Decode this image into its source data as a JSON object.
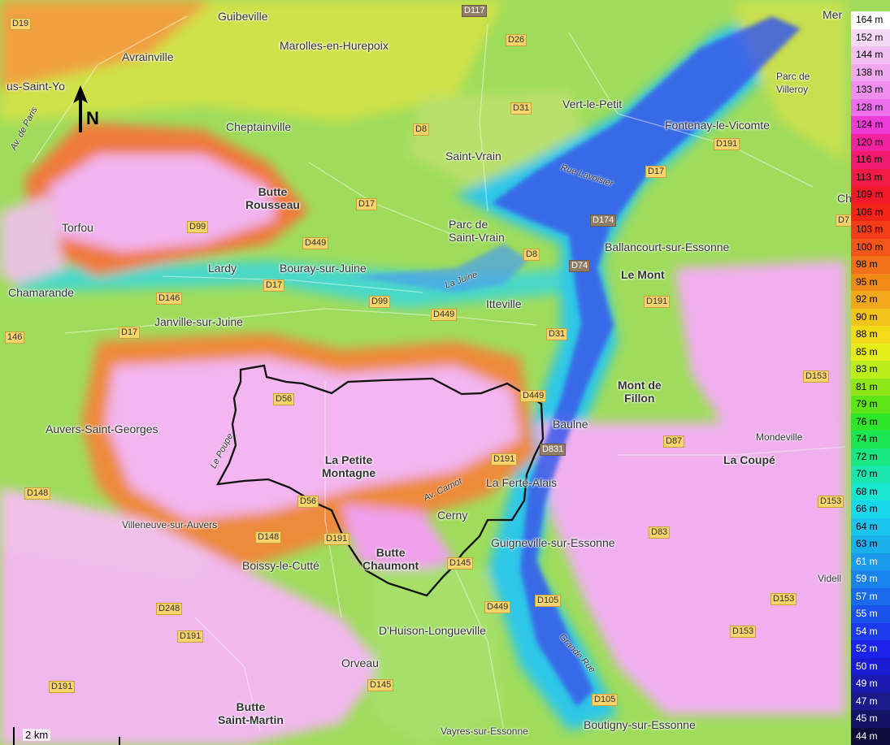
{
  "places": [
    {
      "id": "guibeville",
      "text": "Guibeville"
    },
    {
      "id": "marolles",
      "text": "Marolles-en-Hurepoix"
    },
    {
      "id": "avrainville",
      "text": "Avrainville"
    },
    {
      "id": "saintyon",
      "text": "us-Saint-Yo"
    },
    {
      "id": "cheptainville",
      "text": "Cheptainville"
    },
    {
      "id": "vertlepetit",
      "text": "Vert-le-Petit"
    },
    {
      "id": "fontenay",
      "text": "Fontenay-le-Vicomte"
    },
    {
      "id": "parcvilleroy",
      "text": "Parc de\nVilleroy"
    },
    {
      "id": "saintvrain",
      "text": "Saint-Vrain"
    },
    {
      "id": "parcsaintvrain",
      "text": "Parc de\nSaint-Vrain"
    },
    {
      "id": "torfou",
      "text": "Torfou"
    },
    {
      "id": "lardy",
      "text": "Lardy"
    },
    {
      "id": "bouray",
      "text": "Bouray-sur-Juine"
    },
    {
      "id": "chamarande",
      "text": "Chamarande"
    },
    {
      "id": "ballancourt",
      "text": "Ballancourt-sur-Essonne"
    },
    {
      "id": "itteville",
      "text": "Itteville"
    },
    {
      "id": "janville",
      "text": "Janville-sur-Juine"
    },
    {
      "id": "auvers",
      "text": "Auvers-Saint-Georges"
    },
    {
      "id": "baulne",
      "text": "Baulne"
    },
    {
      "id": "mondeville",
      "text": "Mondeville"
    },
    {
      "id": "laferte",
      "text": "La Ferté-Alais"
    },
    {
      "id": "cerny",
      "text": "Cerny"
    },
    {
      "id": "villeneuve",
      "text": "Villeneuve-sur-Auvers"
    },
    {
      "id": "boissy",
      "text": "Boissy-le-Cutté"
    },
    {
      "id": "guigneville",
      "text": "Guigneville-sur-Essonne"
    },
    {
      "id": "videll",
      "text": "Videll"
    },
    {
      "id": "dhuison",
      "text": "D'Huison-Longueville"
    },
    {
      "id": "orveau",
      "text": "Orveau"
    },
    {
      "id": "vayres",
      "text": "Vayres-sur-Essonne"
    },
    {
      "id": "boutigny",
      "text": "Boutigny-sur-Essonne"
    },
    {
      "id": "mer",
      "text": "Mer"
    },
    {
      "id": "ch",
      "text": "Ch"
    }
  ],
  "features": [
    {
      "id": "butterousseau",
      "text": "Butte\nRousseau"
    },
    {
      "id": "lemont",
      "text": "Le Mont"
    },
    {
      "id": "montdefillon",
      "text": "Mont de\nFillon"
    },
    {
      "id": "lacoupe",
      "text": "La Coupé"
    },
    {
      "id": "lapetitemontagne",
      "text": "La Petite\nMontagne"
    },
    {
      "id": "buttechaumont",
      "text": "Butte\nChaumont"
    },
    {
      "id": "buttesaintmartin",
      "text": "Butte\nSaint-Martin"
    }
  ],
  "streets": [
    {
      "id": "avparis",
      "text": "Av. de Paris"
    },
    {
      "id": "ruelavoisier",
      "text": "Rue Lavoisier"
    },
    {
      "id": "lajuine",
      "text": "La Juine"
    },
    {
      "id": "lepoupe",
      "text": "Le Poupe"
    },
    {
      "id": "avcarnot",
      "text": "Av. Carnot"
    },
    {
      "id": "granderue",
      "text": "Grande Rue"
    }
  ],
  "roads": [
    {
      "id": "r1",
      "text": "D19"
    },
    {
      "id": "r2",
      "text": "D117"
    },
    {
      "id": "r3",
      "text": "D26"
    },
    {
      "id": "r4",
      "text": "D31"
    },
    {
      "id": "r5",
      "text": "D8"
    },
    {
      "id": "r6",
      "text": "D191"
    },
    {
      "id": "r7",
      "text": "D17"
    },
    {
      "id": "r8",
      "text": "D17"
    },
    {
      "id": "r9",
      "text": "D99"
    },
    {
      "id": "r10",
      "text": "D449"
    },
    {
      "id": "r11",
      "text": "D174"
    },
    {
      "id": "r12",
      "text": "D8"
    },
    {
      "id": "r13",
      "text": "D74"
    },
    {
      "id": "r14",
      "text": "D17"
    },
    {
      "id": "r15",
      "text": "D146"
    },
    {
      "id": "r16",
      "text": "D99"
    },
    {
      "id": "r17",
      "text": "D449"
    },
    {
      "id": "r18",
      "text": "D191"
    },
    {
      "id": "r19",
      "text": "146"
    },
    {
      "id": "r20",
      "text": "D17"
    },
    {
      "id": "r21",
      "text": "D31"
    },
    {
      "id": "r22",
      "text": "D56"
    },
    {
      "id": "r23",
      "text": "D449"
    },
    {
      "id": "r24",
      "text": "D153"
    },
    {
      "id": "r25",
      "text": "D831"
    },
    {
      "id": "r26",
      "text": "D87"
    },
    {
      "id": "r27",
      "text": "D191"
    },
    {
      "id": "r28",
      "text": "D148"
    },
    {
      "id": "r29",
      "text": "D56"
    },
    {
      "id": "r30",
      "text": "D153"
    },
    {
      "id": "r31",
      "text": "D148"
    },
    {
      "id": "r32",
      "text": "D191"
    },
    {
      "id": "r33",
      "text": "D83"
    },
    {
      "id": "r34",
      "text": "D145"
    },
    {
      "id": "r35",
      "text": "D248"
    },
    {
      "id": "r36",
      "text": "D449"
    },
    {
      "id": "r37",
      "text": "D105"
    },
    {
      "id": "r38",
      "text": "D153"
    },
    {
      "id": "r39",
      "text": "D191"
    },
    {
      "id": "r40",
      "text": "D153"
    },
    {
      "id": "r41",
      "text": "D191"
    },
    {
      "id": "r42",
      "text": "D145"
    },
    {
      "id": "r43",
      "text": "D105"
    },
    {
      "id": "r44",
      "text": "D7"
    }
  ],
  "north_label": "N",
  "scale_label": "2 km",
  "legend": [
    {
      "label": "164 m",
      "color": "#ffffff",
      "text": "#000000"
    },
    {
      "label": "152 m",
      "color": "#f5d9f5",
      "text": "#000000"
    },
    {
      "label": "144 m",
      "color": "#f2bff2",
      "text": "#000000"
    },
    {
      "label": "138 m",
      "color": "#f0a8ef",
      "text": "#000000"
    },
    {
      "label": "133 m",
      "color": "#ee8fee",
      "text": "#000000"
    },
    {
      "label": "128 m",
      "color": "#ec6fec",
      "text": "#000000"
    },
    {
      "label": "124 m",
      "color": "#ee3ad6",
      "text": "#000000"
    },
    {
      "label": "120 m",
      "color": "#f0229e",
      "text": "#000000"
    },
    {
      "label": "116 m",
      "color": "#f21a6e",
      "text": "#000000"
    },
    {
      "label": "113 m",
      "color": "#f21a46",
      "text": "#000000"
    },
    {
      "label": "109 m",
      "color": "#f21a28",
      "text": "#000000"
    },
    {
      "label": "106 m",
      "color": "#f2241a",
      "text": "#000000"
    },
    {
      "label": "103 m",
      "color": "#f23c1a",
      "text": "#000000"
    },
    {
      "label": "100 m",
      "color": "#f2561a",
      "text": "#000000"
    },
    {
      "label": "98 m",
      "color": "#f2701a",
      "text": "#000000"
    },
    {
      "label": "95 m",
      "color": "#f28a1a",
      "text": "#000000"
    },
    {
      "label": "92 m",
      "color": "#f2a81a",
      "text": "#000000"
    },
    {
      "label": "90 m",
      "color": "#f2c41a",
      "text": "#000000"
    },
    {
      "label": "88 m",
      "color": "#f2dc1a",
      "text": "#000000"
    },
    {
      "label": "85 m",
      "color": "#e6ee1a",
      "text": "#000000"
    },
    {
      "label": "83 m",
      "color": "#bcee1a",
      "text": "#000000"
    },
    {
      "label": "81 m",
      "color": "#8fe61a",
      "text": "#000000"
    },
    {
      "label": "79 m",
      "color": "#5ee61a",
      "text": "#000000"
    },
    {
      "label": "76 m",
      "color": "#2ee62a",
      "text": "#000000"
    },
    {
      "label": "74 m",
      "color": "#1ae654",
      "text": "#000000"
    },
    {
      "label": "72 m",
      "color": "#1ae682",
      "text": "#000000"
    },
    {
      "label": "70 m",
      "color": "#1ae6ae",
      "text": "#000000"
    },
    {
      "label": "68 m",
      "color": "#1ae6d2",
      "text": "#000000"
    },
    {
      "label": "66 m",
      "color": "#1ad8ec",
      "text": "#000000"
    },
    {
      "label": "64 m",
      "color": "#1ac4ec",
      "text": "#000000"
    },
    {
      "label": "63 m",
      "color": "#1ab0ec",
      "text": "#000000"
    },
    {
      "label": "61 m",
      "color": "#1a9aec",
      "text": "#ffffff"
    },
    {
      "label": "59 m",
      "color": "#1a82ec",
      "text": "#ffffff"
    },
    {
      "label": "57 m",
      "color": "#1a6aec",
      "text": "#ffffff"
    },
    {
      "label": "55 m",
      "color": "#1a52ec",
      "text": "#ffffff"
    },
    {
      "label": "54 m",
      "color": "#1a3aec",
      "text": "#ffffff"
    },
    {
      "label": "52 m",
      "color": "#1a22ec",
      "text": "#ffffff"
    },
    {
      "label": "50 m",
      "color": "#1a1ad0",
      "text": "#ffffff"
    },
    {
      "label": "49 m",
      "color": "#1a1aae",
      "text": "#ffffff"
    },
    {
      "label": "47 m",
      "color": "#1a1a8a",
      "text": "#ffffff"
    },
    {
      "label": "45 m",
      "color": "#141466",
      "text": "#ffffff"
    },
    {
      "label": "44 m",
      "color": "#0c0c3a",
      "text": "#ffffff"
    }
  ]
}
